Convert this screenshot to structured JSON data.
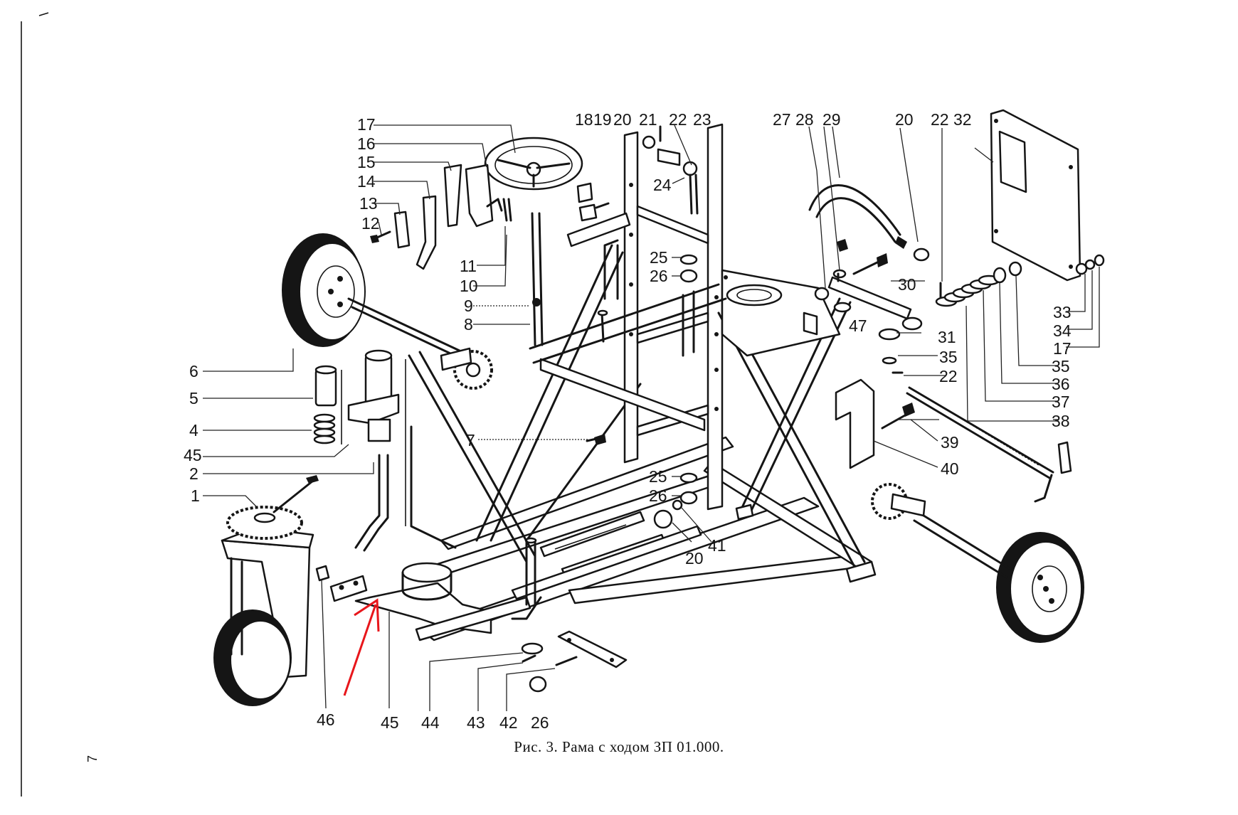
{
  "caption": "Рис. 3. Рама с ходом ЗП 01.000.",
  "top_numbers": [
    "17",
    "16",
    "15",
    "14",
    "13",
    "12",
    "11",
    "10",
    "9",
    "8",
    "18",
    "19",
    "20",
    "21",
    "22",
    "23",
    "24",
    "27",
    "28",
    "29",
    "20",
    "22",
    "32",
    "25",
    "26"
  ],
  "left_numbers": [
    "6",
    "5",
    "4",
    "45",
    "2",
    "1",
    "7"
  ],
  "right_numbers": [
    "30",
    "31",
    "47",
    "35",
    "22",
    "33",
    "34",
    "17",
    "35",
    "36",
    "37",
    "38",
    "39",
    "40"
  ],
  "center_numbers": [
    "25",
    "26",
    "20",
    "41"
  ],
  "bottom_numbers": [
    "46",
    "45",
    "44",
    "43",
    "42",
    "26"
  ],
  "annotation_color": "#e8161b",
  "ink_color": "#151515"
}
